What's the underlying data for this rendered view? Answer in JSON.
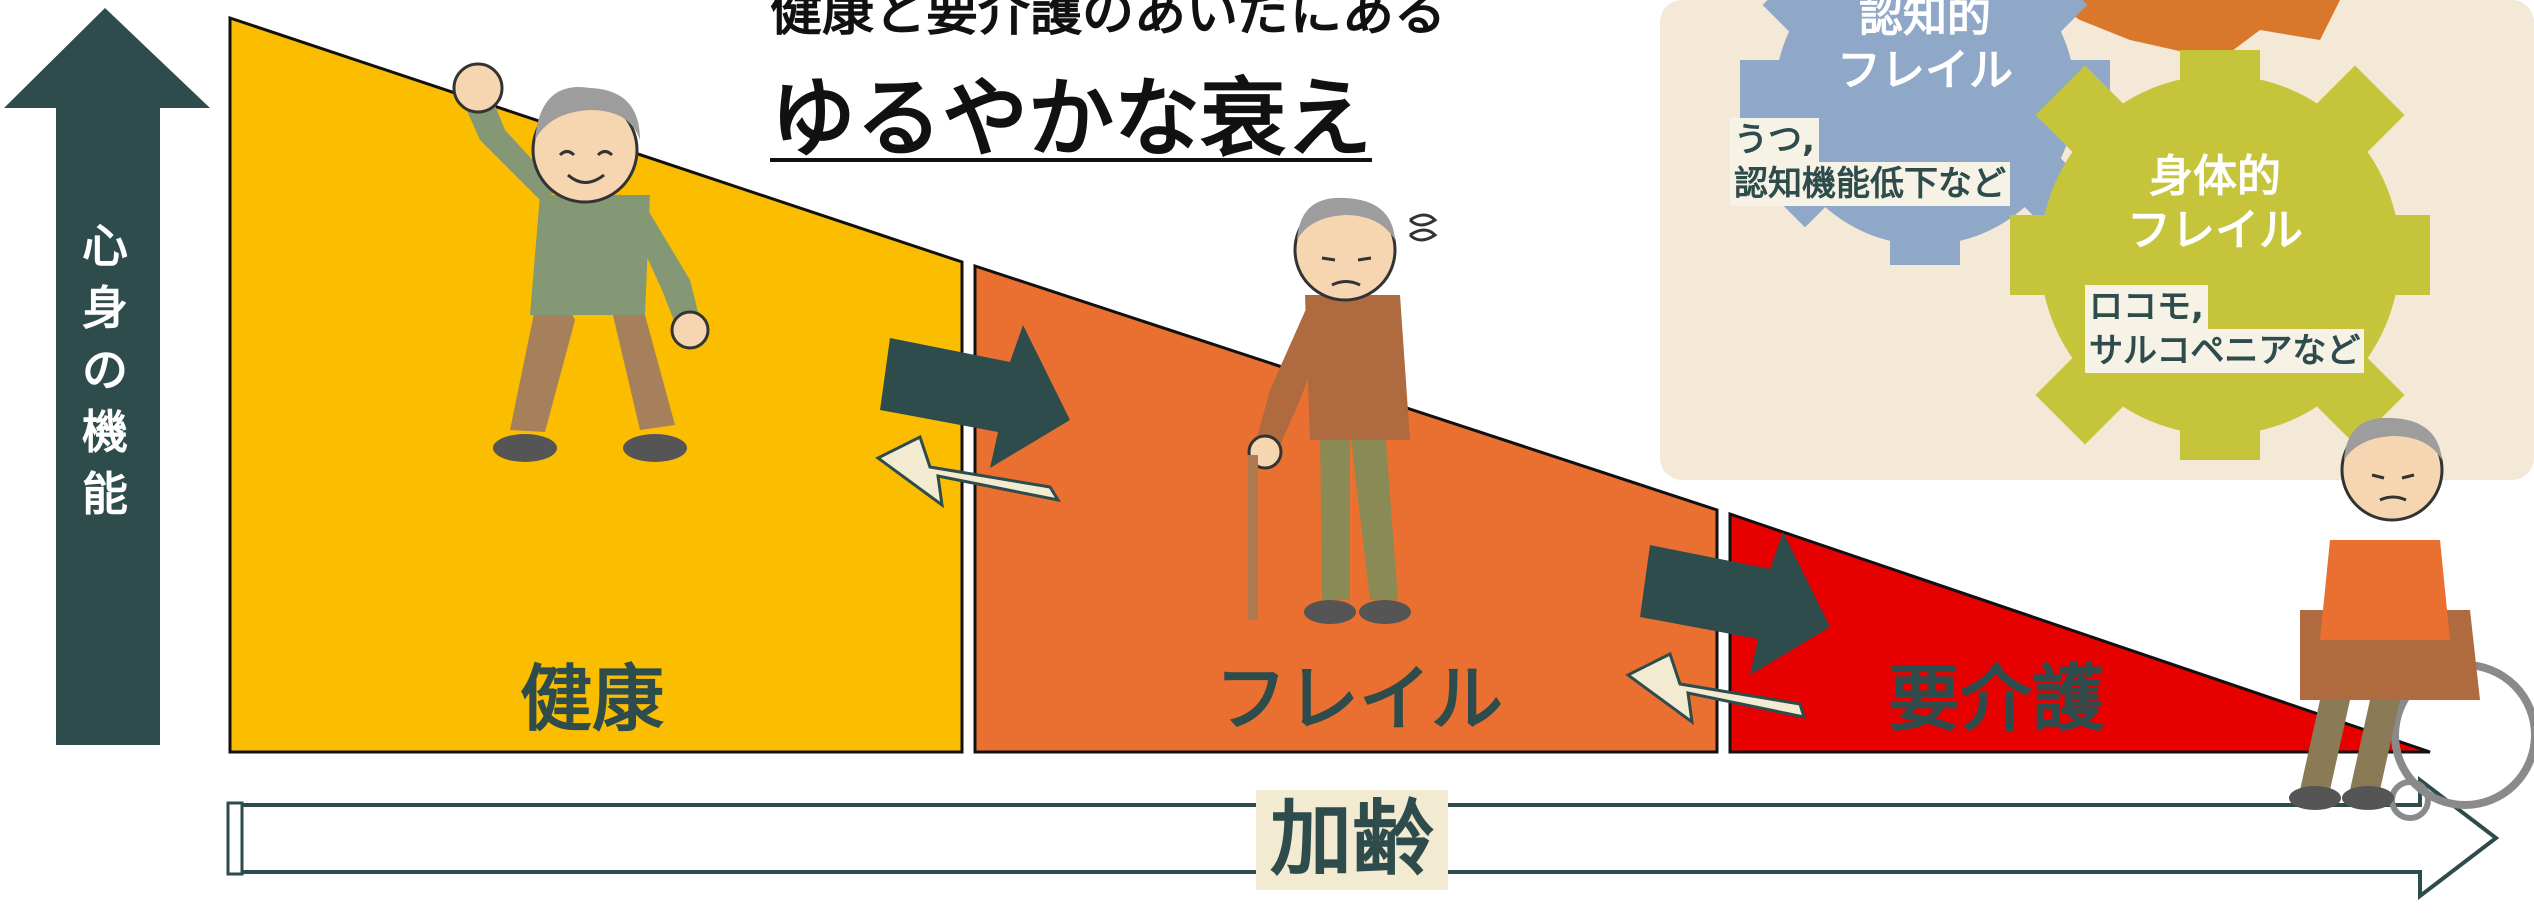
{
  "title": {
    "sub": "健康と要介護のあいだにある",
    "main": "ゆるやかな衰え"
  },
  "vertical_axis": {
    "label": "心身の機能",
    "chars": [
      "心",
      "身",
      "の",
      "機",
      "能"
    ]
  },
  "horizontal_axis": {
    "label": "加齢"
  },
  "stages": [
    {
      "label": "健康",
      "color": "#fbbd00"
    },
    {
      "label": "フレイル",
      "color": "#e97031"
    },
    {
      "label": "要介護",
      "color": "#e60000"
    }
  ],
  "gears": {
    "cognitive": {
      "title_line1": "認知的",
      "title_line2": "フレイル",
      "text_line1": "うつ,",
      "text_line2": "認知機能低下など",
      "color": "#8fa8c8"
    },
    "physical": {
      "title_line1": "身体的",
      "title_line2": "フレイル",
      "text_line1": "ロコモ,",
      "text_line2": "サルコペニアなど",
      "color": "#c5c43a"
    }
  },
  "colors": {
    "arrow_dark": "#2e4c4c",
    "arrow_light": "#f3ead2",
    "panel_bg": "#f4e8d6"
  }
}
